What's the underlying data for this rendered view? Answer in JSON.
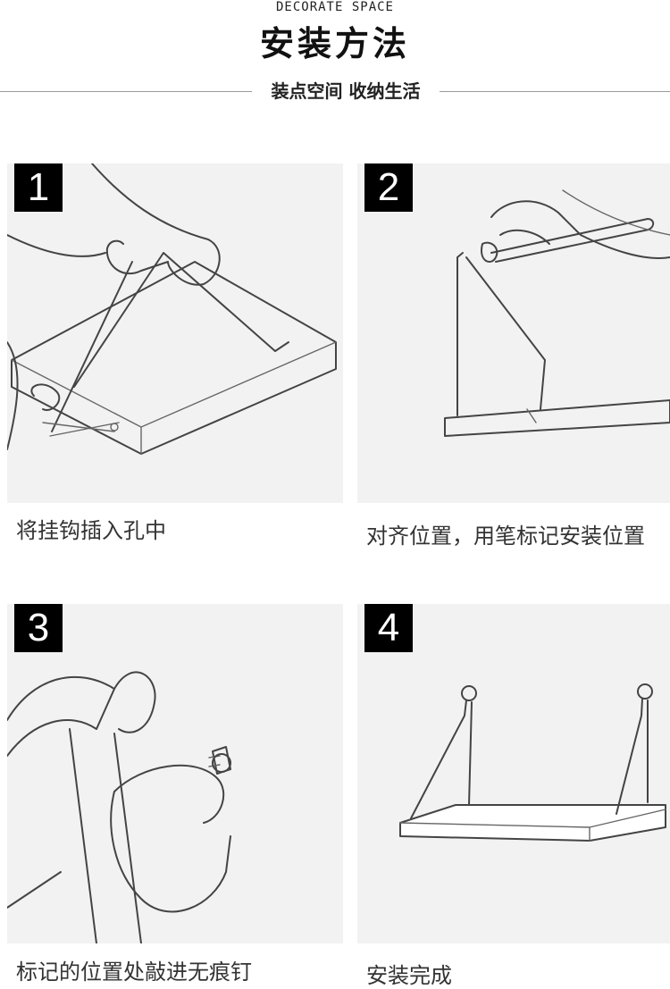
{
  "header": {
    "kicker": "DECORATE SPACE",
    "title": "安装方法",
    "subtitle": "装点空间 收纳生活"
  },
  "steps": [
    {
      "number": "1",
      "caption": "将挂钩插入孔中"
    },
    {
      "number": "2",
      "caption": "对齐位置，用笔标记安装位置"
    },
    {
      "number": "3",
      "caption": "标记的位置处敲进无痕钉"
    },
    {
      "number": "4",
      "caption": "安装完成"
    }
  ]
}
